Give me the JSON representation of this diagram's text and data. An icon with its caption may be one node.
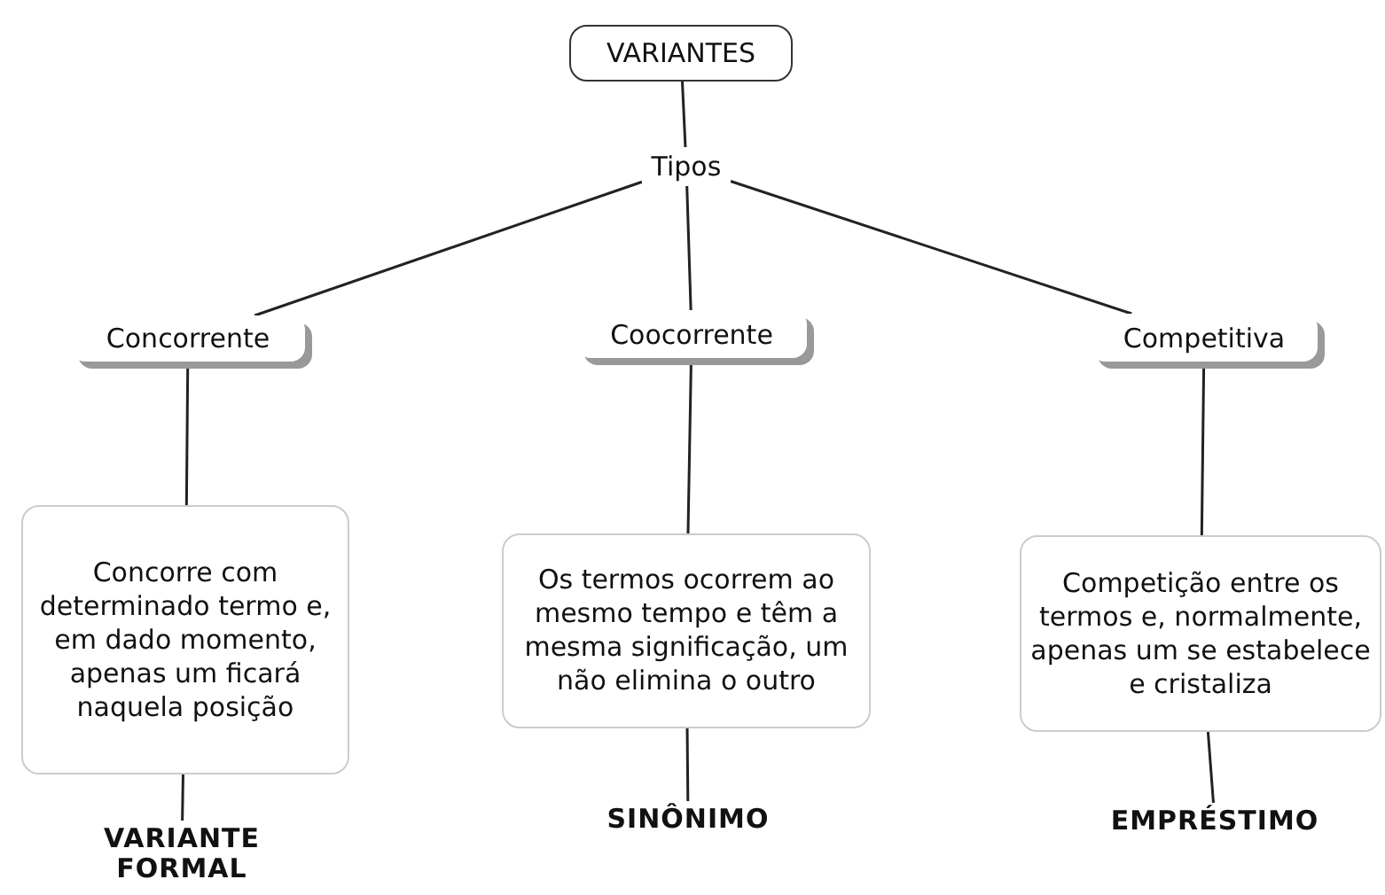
{
  "diagram": {
    "nodes": [
      {
        "text": [
          "VARIANTES"
        ]
      },
      {
        "text": [
          "Tipos"
        ]
      },
      {
        "text": [
          "Concorrente"
        ]
      },
      {
        "text": [
          "Coocorrente"
        ]
      },
      {
        "text": [
          "Competitiva"
        ]
      },
      {
        "text": [
          "Concorre com determinado termo e, em dado momento, apenas um ficará naquela posição"
        ]
      },
      {
        "text": [
          "Os termos ocorrem ao mesmo tempo e têm a mesma significação, um não elimina o outro"
        ]
      },
      {
        "text": [
          "Competição entre os termos e, normalmente, apenas um se estabelece e cristaliza"
        ]
      },
      {
        "text": [
          "VARIANTE FORMAL"
        ]
      },
      {
        "text": [
          "SINÔNIMO"
        ]
      },
      {
        "text": [
          "EMPRÉSTIMO"
        ]
      }
    ],
    "edges": [
      {
        "from": 0,
        "to": 1,
        "arrow": "none"
      },
      {
        "from": 1,
        "to": 2,
        "arrow": "none"
      },
      {
        "from": 1,
        "to": 3,
        "arrow": "none"
      },
      {
        "from": 1,
        "to": 4,
        "arrow": "none"
      },
      {
        "from": 2,
        "to": 5,
        "arrow": "none"
      },
      {
        "from": 3,
        "to": 6,
        "arrow": "none"
      },
      {
        "from": 4,
        "to": 7,
        "arrow": "none"
      },
      {
        "from": 5,
        "to": 8,
        "arrow": "none"
      },
      {
        "from": 6,
        "to": 9,
        "arrow": "none"
      },
      {
        "from": 7,
        "to": 10,
        "arrow": "none"
      }
    ]
  }
}
